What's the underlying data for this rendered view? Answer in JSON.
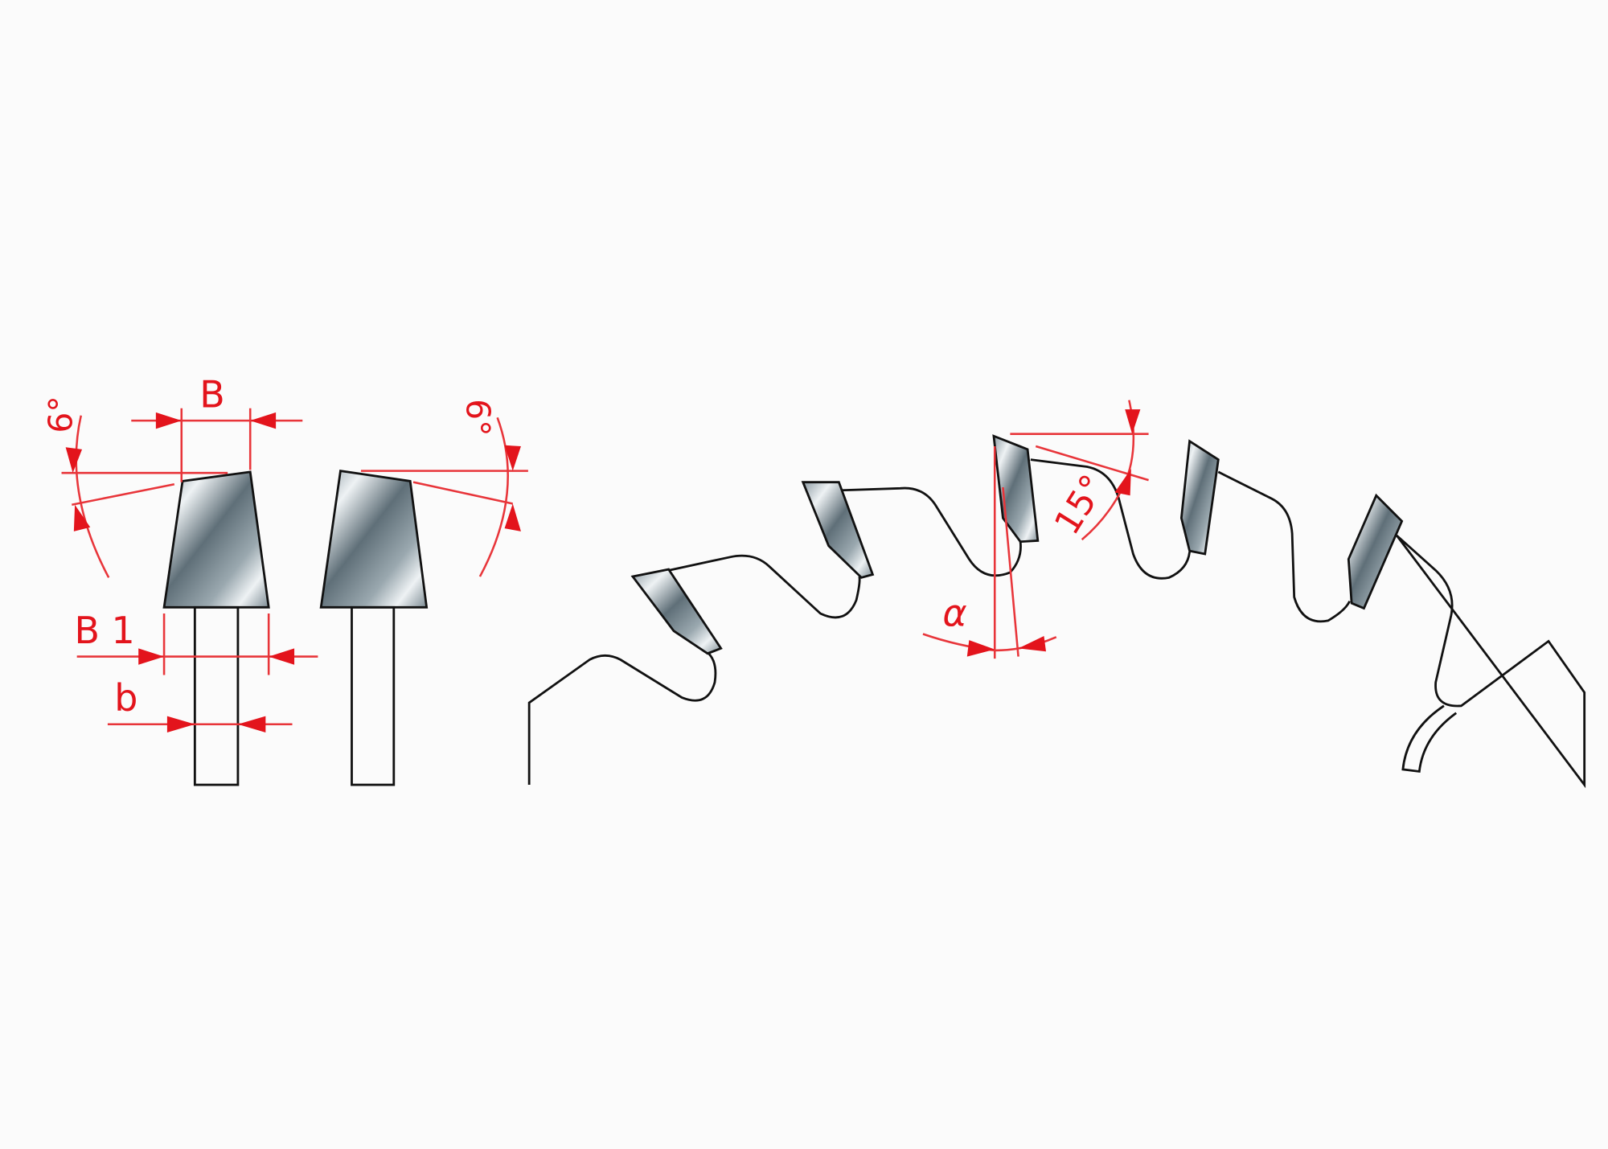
{
  "labels": {
    "width_top": "B",
    "width_body": "B 1",
    "width_plate": "b",
    "angle_left": "6°",
    "angle_right": "6°",
    "angle_top": "15°",
    "angle_alpha": "α"
  },
  "colors": {
    "dimension": "#e3141c",
    "outline": "#111111",
    "carbide_dark": "#5f6f78",
    "carbide_light": "#eef2f4",
    "background": "#fbfbfb"
  }
}
